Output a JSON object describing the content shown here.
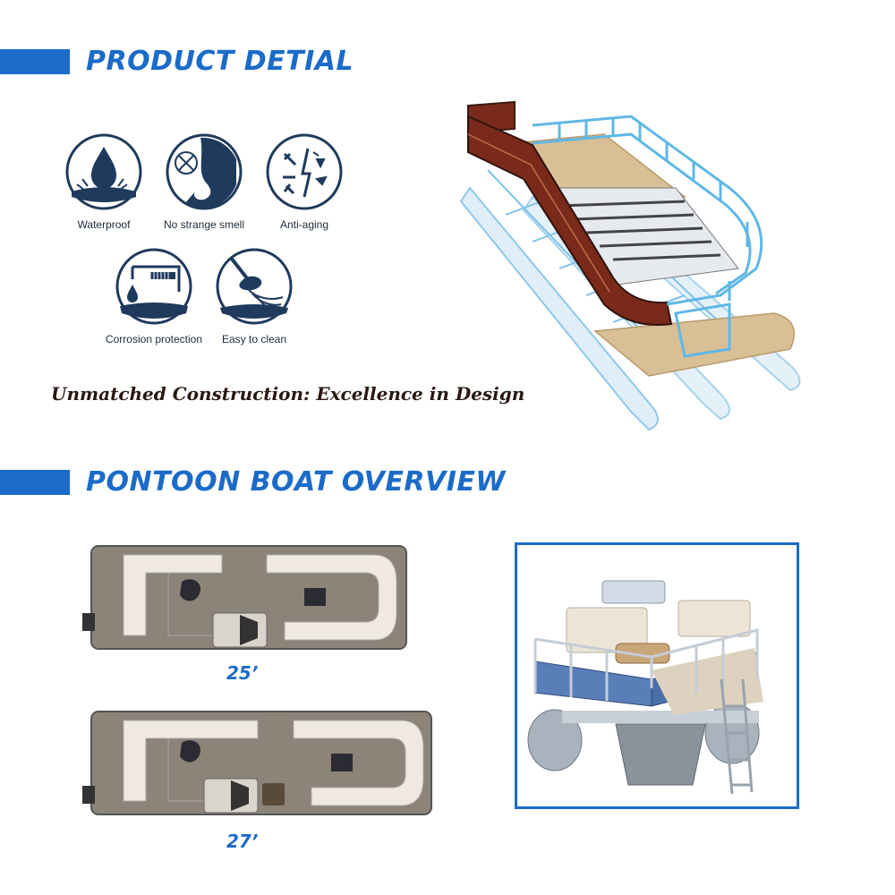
{
  "sections": {
    "product_detail": {
      "title": "PRODUCT DETIAL"
    },
    "overview": {
      "title": "PONTOON BOAT OVERVIEW"
    }
  },
  "features": [
    {
      "label": "Waterproof",
      "icon": "water-drop-icon"
    },
    {
      "label": "No strange smell",
      "icon": "nose-icon"
    },
    {
      "label": "Anti-aging",
      "icon": "anti-aging-icon"
    },
    {
      "label": "Corrosion protection",
      "icon": "corrosion-icon"
    },
    {
      "label": "Easy to clean",
      "icon": "cleaning-icon"
    }
  ],
  "tagline": "Unmatched Construction: Excellence in Design",
  "layouts": [
    {
      "size": "25’"
    },
    {
      "size": "27’"
    }
  ],
  "colors": {
    "accent_blue": "#1b6bc9",
    "icon_navy": "#1f3a5c",
    "deck_tan": "#8c8379",
    "pontoon_blue": "#5a7fb8",
    "rail_cyan": "#5fb8e6",
    "fence_rust": "#7a2a1a"
  }
}
